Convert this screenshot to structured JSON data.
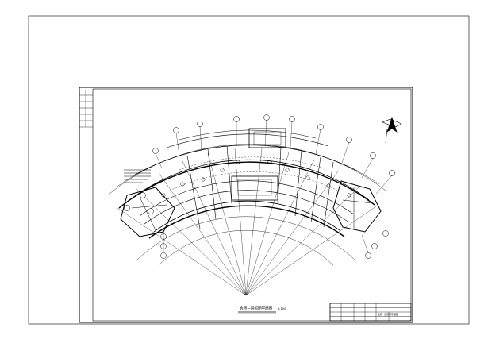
{
  "plan": {
    "title": "会所一层照明平面图",
    "scale": "1:100"
  },
  "title_block": {
    "drawing_name": "会所一层照明平面图"
  },
  "colors": {
    "line": "#000000",
    "paper": "#ffffff"
  }
}
